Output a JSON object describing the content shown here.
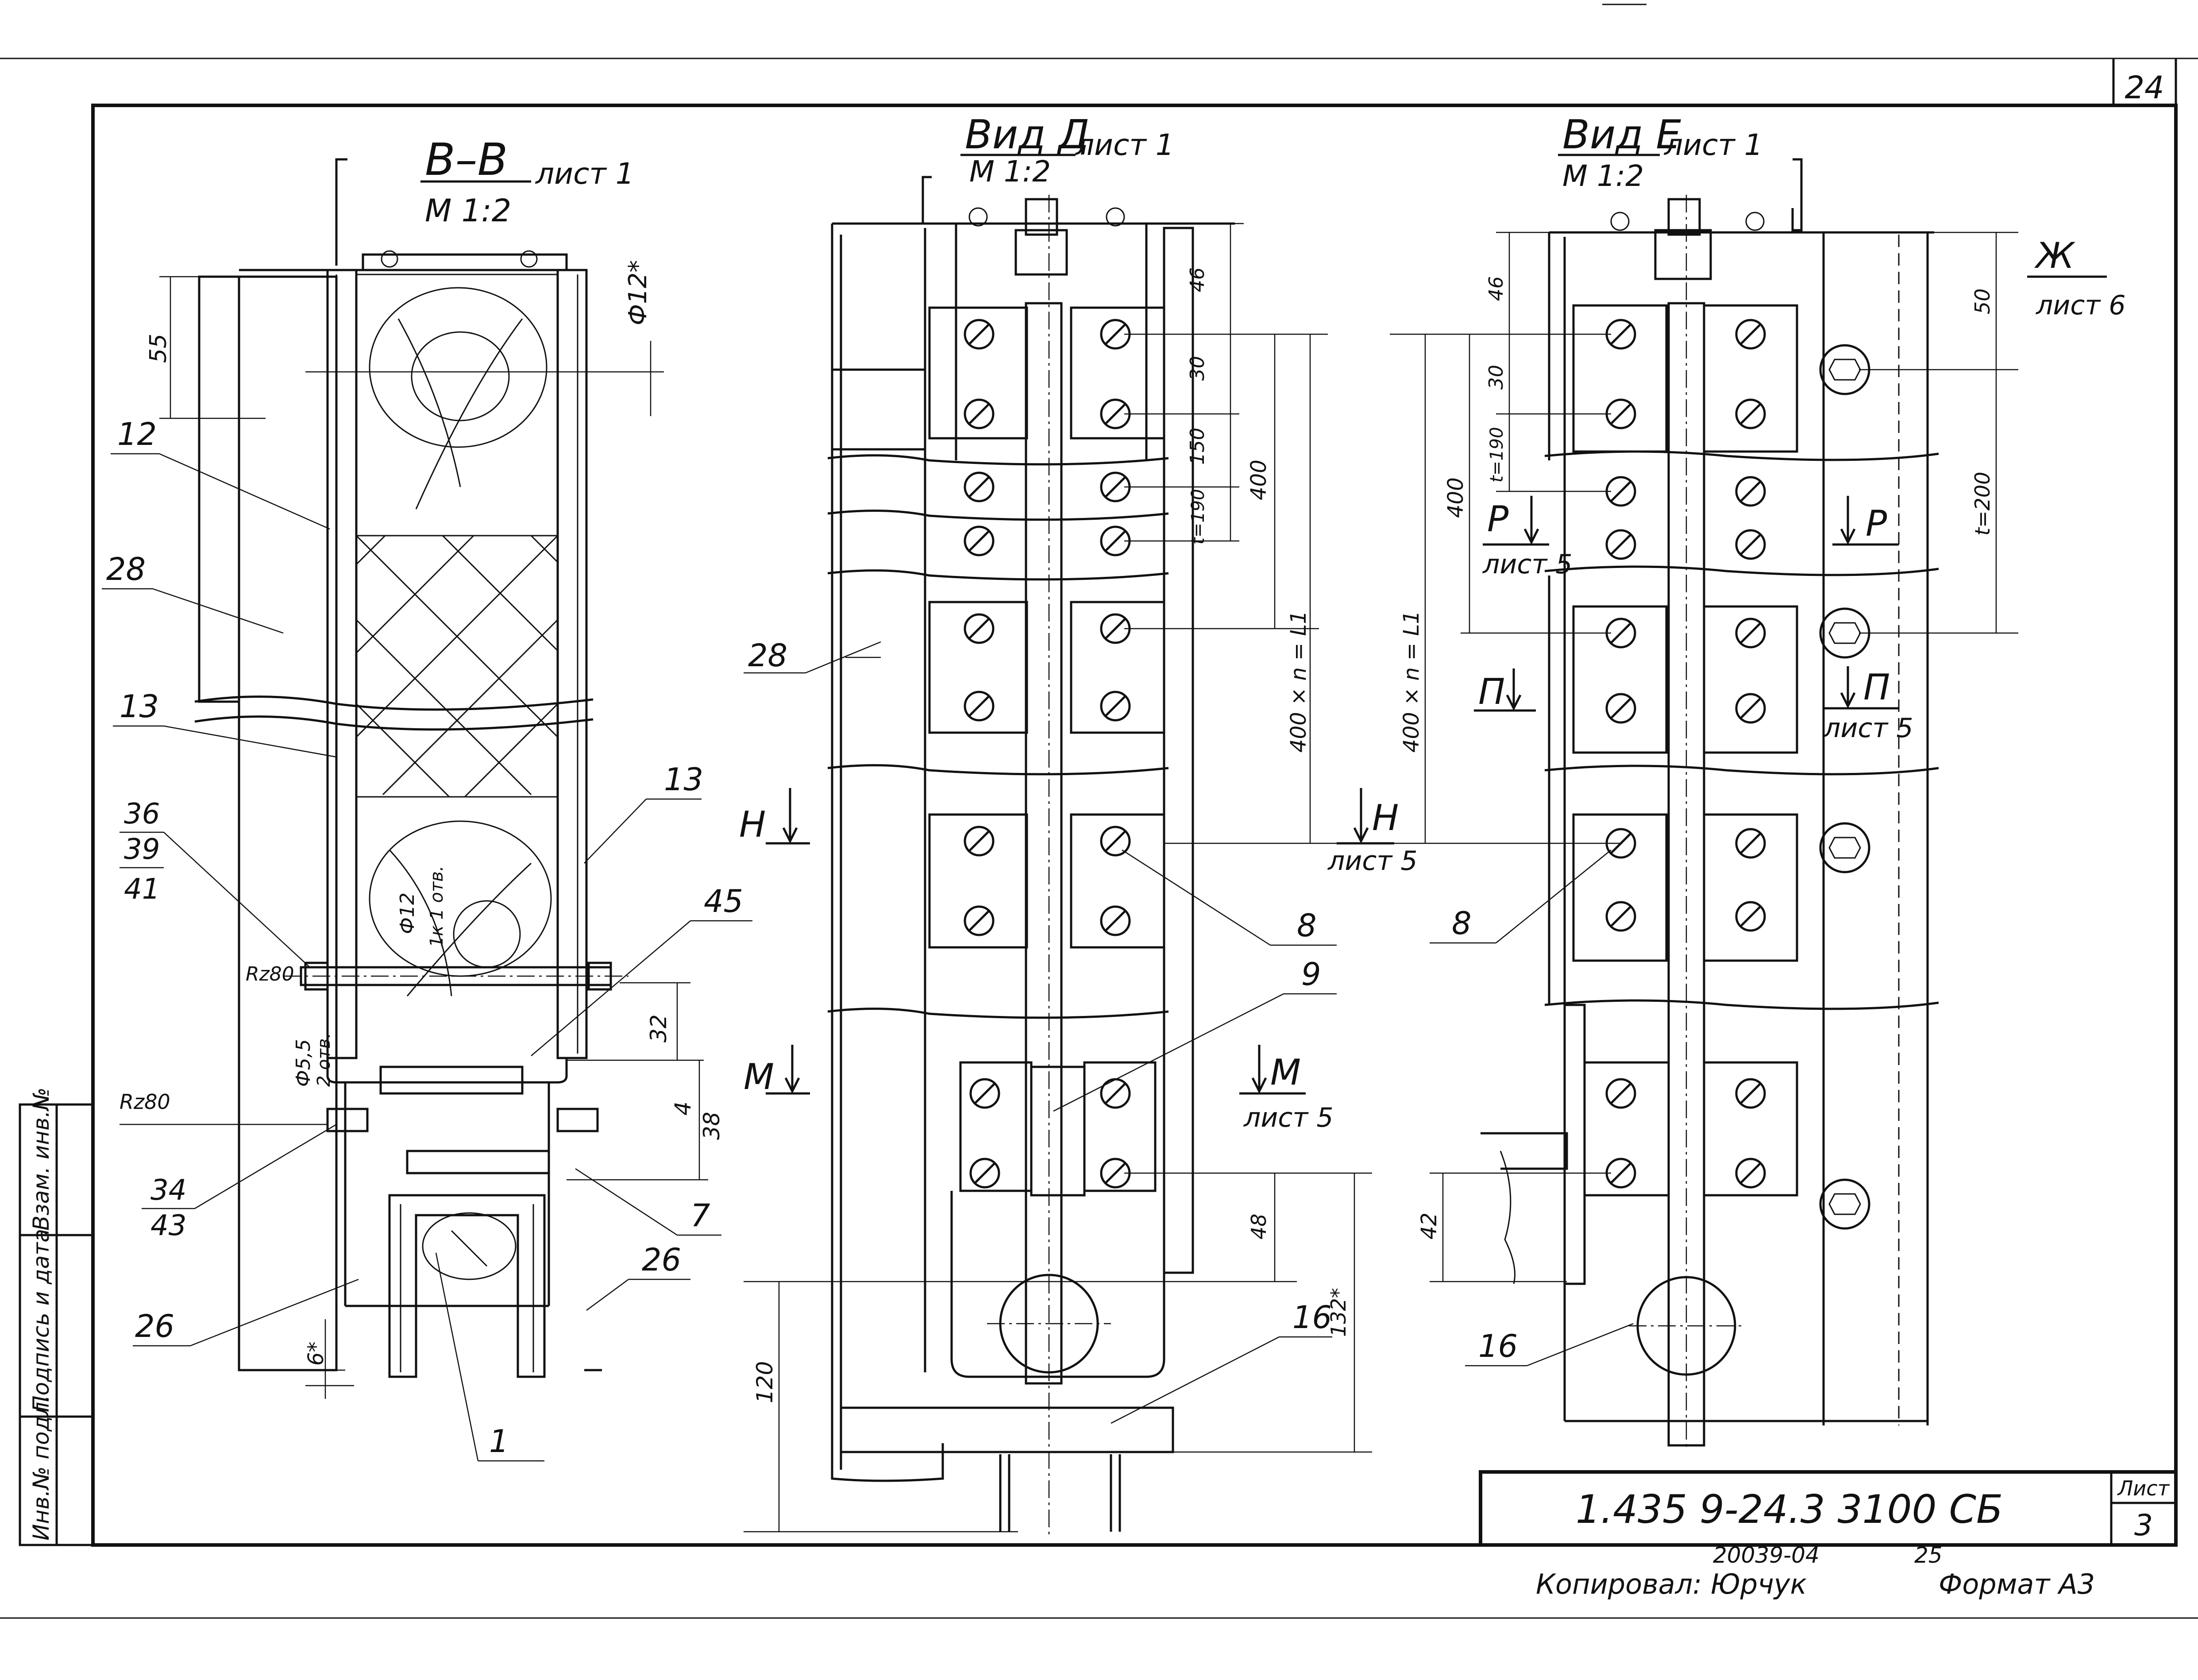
{
  "sheet": {
    "page_number": "24",
    "designation": "1.435 9-24.3 3100 СБ",
    "sheet_label": "Лист",
    "sheet_number": "3",
    "copied_by": "Копировал: Юрчук",
    "order_number": "20039-04",
    "order_page": "25",
    "format": "Формат А3"
  },
  "side_stamp": {
    "col_replace": "Взам. инв.№",
    "col_sign": "Подпись и дата",
    "col_inv": "Инв.№ подл."
  },
  "views": {
    "section_bb": {
      "title": "В–В",
      "sheet_ref": "лист 1",
      "scale": "М 1:2"
    },
    "view_d": {
      "title": "Вид Д",
      "sheet_ref": "лист 1",
      "scale": "М 1:2"
    },
    "view_e": {
      "title": "Вид Е",
      "sheet_ref": "лист 1",
      "scale": "М 1:2"
    }
  },
  "section_bb_labels": {
    "dim_55": "55",
    "dia_12": "Ф12*",
    "pos_12": "12",
    "pos_28": "28",
    "pos_13_left": "13",
    "pos_13_right": "13",
    "pos_36": "36",
    "pos_39": "39",
    "pos_41": "41",
    "pos_45": "45",
    "rz_upper": "Rz80",
    "rz_lower": "Rz80",
    "hole_d12": "Ф12",
    "hole_count": "1к 1 отв.",
    "hole_d55": "Ф5,5",
    "hole_d55_note": "2 отв.",
    "dim_32": "32",
    "dim_4": "4",
    "dim_38": "38",
    "pos_34": "34",
    "pos_43": "43",
    "pos_7": "7",
    "pos_26_left": "26",
    "pos_26_right": "26",
    "dim_6": "6*",
    "pos_1": "1"
  },
  "view_d_labels": {
    "dim_46": "46",
    "dim_30": "30",
    "dim_150": "150",
    "dim_t190": "t=190",
    "dim_400": "400",
    "dim_chain": "400 × n = L1",
    "pos_28": "28",
    "section_n": "Н",
    "section_n_ref": "Н",
    "section_n_sheet": "лист 5",
    "pos_8": "8",
    "pos_9": "9",
    "section_m": "М",
    "section_m_ref": "М",
    "section_m_sheet": "лист 5",
    "dim_48": "48",
    "dim_132": "132*",
    "dim_120": "120",
    "pos_16": "16"
  },
  "view_e_labels": {
    "dim_46": "46",
    "dim_30": "30",
    "dim_t190": "t=190",
    "dim_400": "400",
    "dim_chain": "400 × n = L1",
    "section_zh": "Ж",
    "section_zh_sheet": "лист 6",
    "dim_50": "50",
    "dim_t200": "t=200",
    "section_r": "Р",
    "section_r_sheet": "лист 5",
    "section_r_ref": "Р",
    "section_p": "П",
    "section_p_ref": "П",
    "section_p_sheet": "лист 5",
    "pos_8": "8",
    "dim_42": "42",
    "pos_16": "16"
  }
}
